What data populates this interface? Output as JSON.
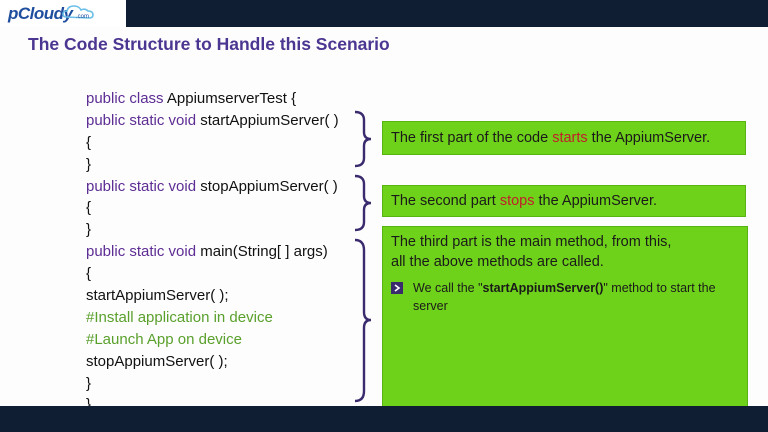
{
  "header": {
    "logo_text": "pCloudy",
    "logo_suffix": ".com"
  },
  "slide": {
    "title": "The Code Structure to Handle this Scenario",
    "code_lines": [
      {
        "text": "public class AppiumserverTest {",
        "style": "kw-mixed"
      },
      {
        "text": "public static void startAppiumServer( )",
        "style": "kw-mixed"
      },
      {
        "text": "{",
        "style": "plain"
      },
      {
        "text": "}",
        "style": "plain"
      },
      {
        "text": "public static void stopAppiumServer( )",
        "style": "kw-mixed"
      },
      {
        "text": "{",
        "style": "plain"
      },
      {
        "text": "}",
        "style": "plain"
      },
      {
        "text": "public static void main(String[ ] args)",
        "style": "kw-mixed"
      },
      {
        "text": "{",
        "style": "plain"
      },
      {
        "text": "startAppiumServer( );",
        "style": "plain"
      },
      {
        "text": "#Install application in device",
        "style": "comment"
      },
      {
        "text": "#Launch App on device",
        "style": "comment"
      },
      {
        "text": "stopAppiumServer( );",
        "style": "plain"
      },
      {
        "text": "}",
        "style": "plain"
      },
      {
        "text": "}",
        "style": "plain"
      }
    ],
    "callouts": {
      "first": {
        "pre": "The first part of the code ",
        "highlight": "starts",
        "post": " the AppiumServer."
      },
      "second": {
        "pre": "The second part ",
        "highlight": "stops",
        "post": " the AppiumServer."
      },
      "third": {
        "line1": "The third part is the main method, from this,",
        "line2": "all the above methods are called.",
        "bullet_pre": "We call the \"",
        "bullet_bold": "startAppiumServer()",
        "bullet_post": "\" method to start the server"
      }
    }
  },
  "colors": {
    "keyword": "#5d2d94",
    "comment": "#5aa02c",
    "highlight": "#c0202a",
    "callout_bg": "#6fd21a",
    "title": "#4b3691"
  }
}
